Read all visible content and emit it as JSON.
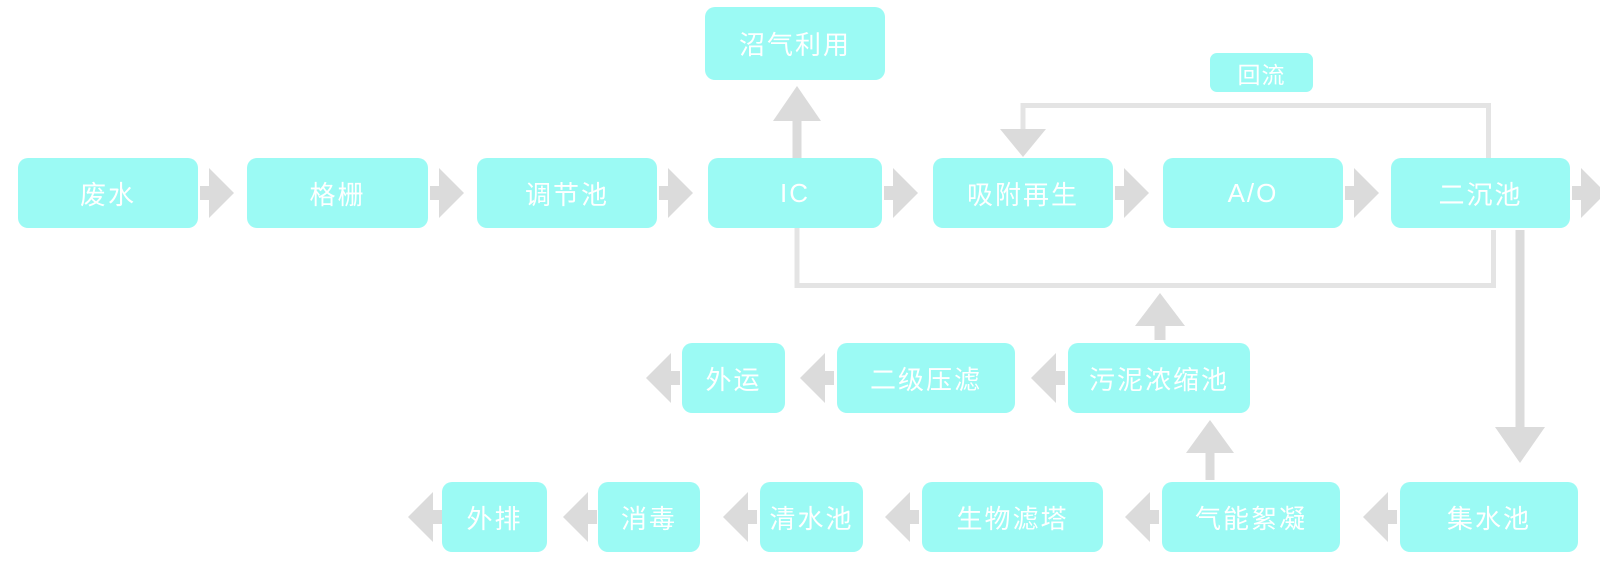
{
  "colors": {
    "node_fill": "#97FAF4",
    "node_text": "#FFFFFF",
    "arrow_fill": "#DBDBDB",
    "line_stroke": "#E4E4E4",
    "background": "#FFFFFF"
  },
  "diagram": {
    "nodes": [
      {
        "id": "wastewater",
        "label": "废水"
      },
      {
        "id": "bar-screen",
        "label": "格栅"
      },
      {
        "id": "regulating-tank",
        "label": "调节池"
      },
      {
        "id": "ic-reactor",
        "label": "IC"
      },
      {
        "id": "adsorption-regeneration",
        "label": "吸附再生"
      },
      {
        "id": "ao-process",
        "label": "A/O"
      },
      {
        "id": "secondary-sedimentation-tank",
        "label": "二沉池"
      },
      {
        "id": "biogas-utilization",
        "label": "沼气利用"
      },
      {
        "id": "reflux",
        "label": "回流"
      },
      {
        "id": "outward-transport",
        "label": "外运"
      },
      {
        "id": "secondary-filter-press",
        "label": "二级压滤"
      },
      {
        "id": "sludge-thickening-tank",
        "label": "污泥浓缩池"
      },
      {
        "id": "outfall-discharge",
        "label": "外排"
      },
      {
        "id": "disinfection",
        "label": "消毒"
      },
      {
        "id": "clean-water-tank",
        "label": "清水池"
      },
      {
        "id": "biological-filter-tower",
        "label": "生物滤塔"
      },
      {
        "id": "gas-flocculation",
        "label": "气能絮凝"
      },
      {
        "id": "water-collecting-tank",
        "label": "集水池"
      }
    ],
    "connections": [
      "废水 → 格栅 → 调节池 → IC → 吸附再生 → A/O → 二沉池 → (出水)",
      "IC ↑ 沼气利用",
      "二沉池 ↑ 回流 ↓ 吸附再生",
      "IC / 二沉池 底部污泥管线 ↑ 污泥浓缩池",
      "污泥浓缩池 → 二级压滤 → 外运 → (外运出厂)",
      "二沉池 ↓ 集水池 → 气能絮凝 → 生物滤塔 → 清水池 → 消毒 → 外排 → (排放)",
      "气能絮凝 ↑ 污泥浓缩池"
    ]
  }
}
